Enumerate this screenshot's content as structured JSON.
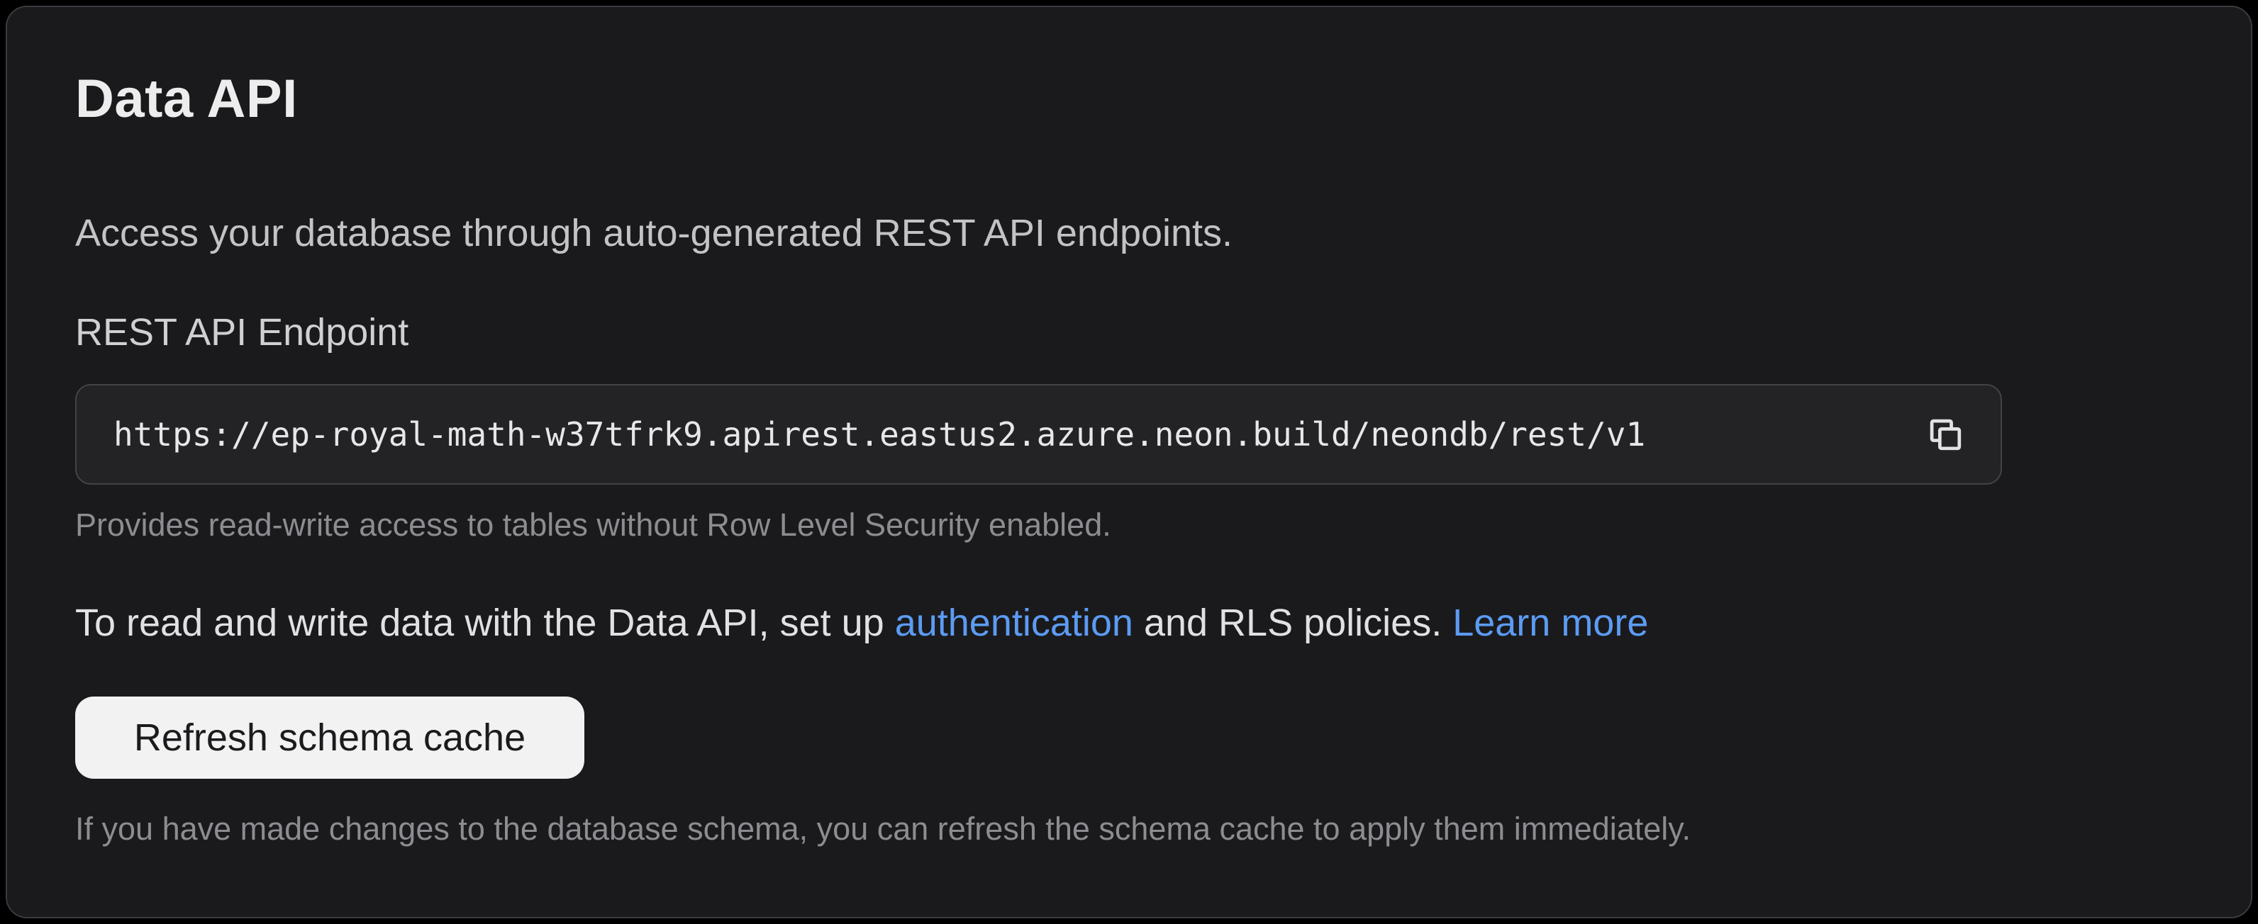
{
  "page": {
    "title": "Data API",
    "description": "Access your database through auto-generated REST API endpoints."
  },
  "endpoint": {
    "label": "REST API Endpoint",
    "url": "https://ep-royal-math-w37tfrk9.apirest.eastus2.azure.neon.build/neondb/rest/v1",
    "copy_icon": "copy-icon",
    "helper": "Provides read-write access to tables without Row Level Security enabled."
  },
  "auth_note": {
    "prefix": "To read and write data with the Data API, set up ",
    "authentication_link": "authentication",
    "middle": " and RLS policies. ",
    "learn_more_link": "Learn more"
  },
  "schema_cache": {
    "button_label": "Refresh schema cache",
    "helper": "If you have made changes to the database schema, you can refresh the schema cache to apply them immediately."
  },
  "colors": {
    "link_blue": "#5c9bf3",
    "card_background": "#1a1a1c",
    "card_border": "#3a3a3f",
    "field_background": "#232325",
    "field_border": "#434348",
    "button_background": "#f2f2f3",
    "button_text": "#1b1b1d",
    "title_text": "#ededee",
    "helper_text": "#8c8c91"
  }
}
